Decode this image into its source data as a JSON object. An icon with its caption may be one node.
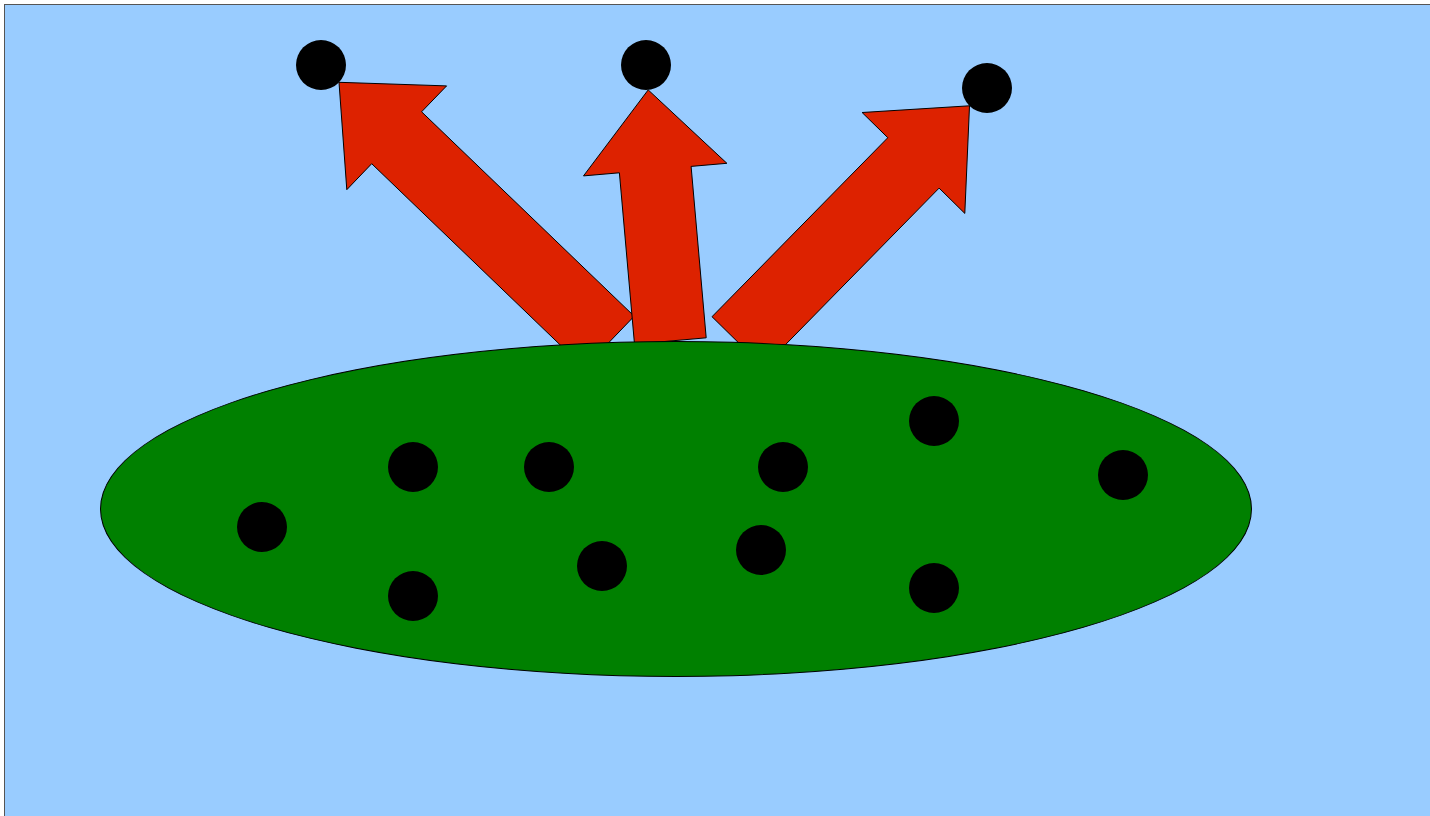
{
  "diagram": {
    "nodes": [
      {
        "text": [],
        "shape": "circle"
      },
      {
        "text": [],
        "shape": "circle"
      },
      {
        "text": [],
        "shape": "circle"
      },
      {
        "text": [],
        "shape": "ellipse"
      },
      {
        "text": [],
        "shape": "circle",
        "in": 3
      },
      {
        "text": [],
        "shape": "circle",
        "in": 3
      },
      {
        "text": [],
        "shape": "circle",
        "in": 3
      },
      {
        "text": [],
        "shape": "circle",
        "in": 3
      },
      {
        "text": [],
        "shape": "circle",
        "in": 3
      },
      {
        "text": [],
        "shape": "circle",
        "in": 3
      },
      {
        "text": [],
        "shape": "circle",
        "in": 3
      },
      {
        "text": [],
        "shape": "circle",
        "in": 3
      },
      {
        "text": [],
        "shape": "circle",
        "in": 3
      },
      {
        "text": [],
        "shape": "circle",
        "in": 3
      }
    ],
    "edges": [
      {
        "from": 3,
        "to": 0,
        "arrow": "to"
      },
      {
        "from": 3,
        "to": 1,
        "arrow": "to"
      },
      {
        "from": 3,
        "to": 2,
        "arrow": "to"
      }
    ]
  }
}
